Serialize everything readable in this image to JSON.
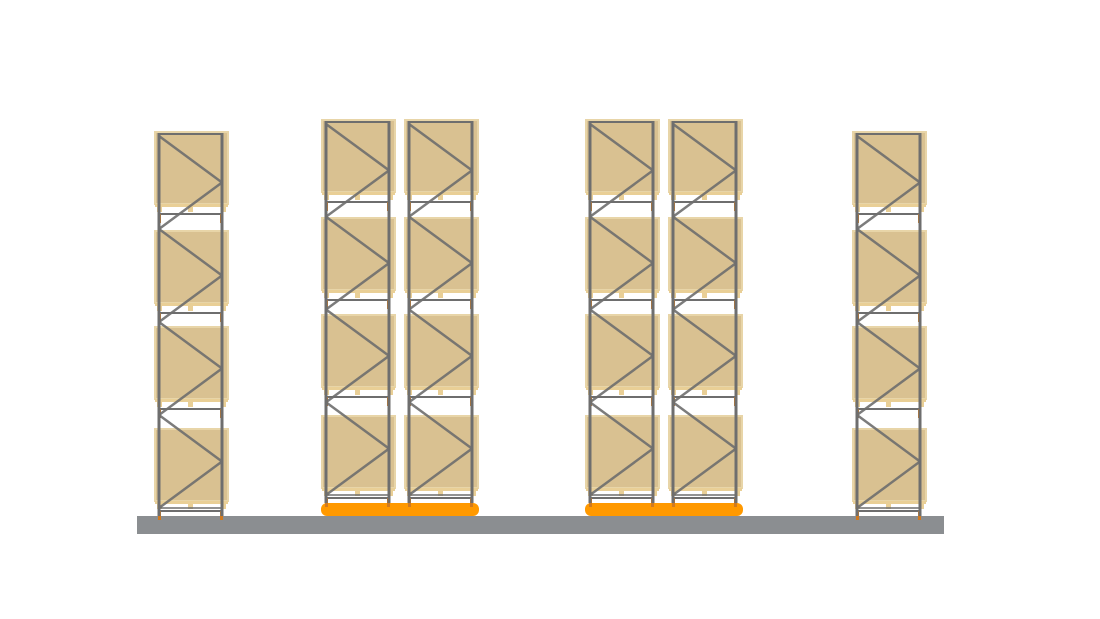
{
  "scene": {
    "type": "pallet-racking-elevation",
    "levels_per_rack": 4,
    "racks": [
      {
        "kind": "static",
        "mobile_base": false
      },
      {
        "kind": "mobile",
        "mobile_base": true
      },
      {
        "kind": "mobile",
        "mobile_base": true
      },
      {
        "kind": "mobile",
        "mobile_base": true
      },
      {
        "kind": "mobile",
        "mobile_base": true
      },
      {
        "kind": "static",
        "mobile_base": false
      }
    ],
    "colors": {
      "background": "#ffffff",
      "floor": "#8b8e91",
      "mobile_base": "#ff9900",
      "load": "#d9c191",
      "load_edge": "#e8d5a8",
      "pallet": "#e9cf96",
      "frame": "#6e6e6e",
      "beam_connector": "#d07a20"
    }
  }
}
